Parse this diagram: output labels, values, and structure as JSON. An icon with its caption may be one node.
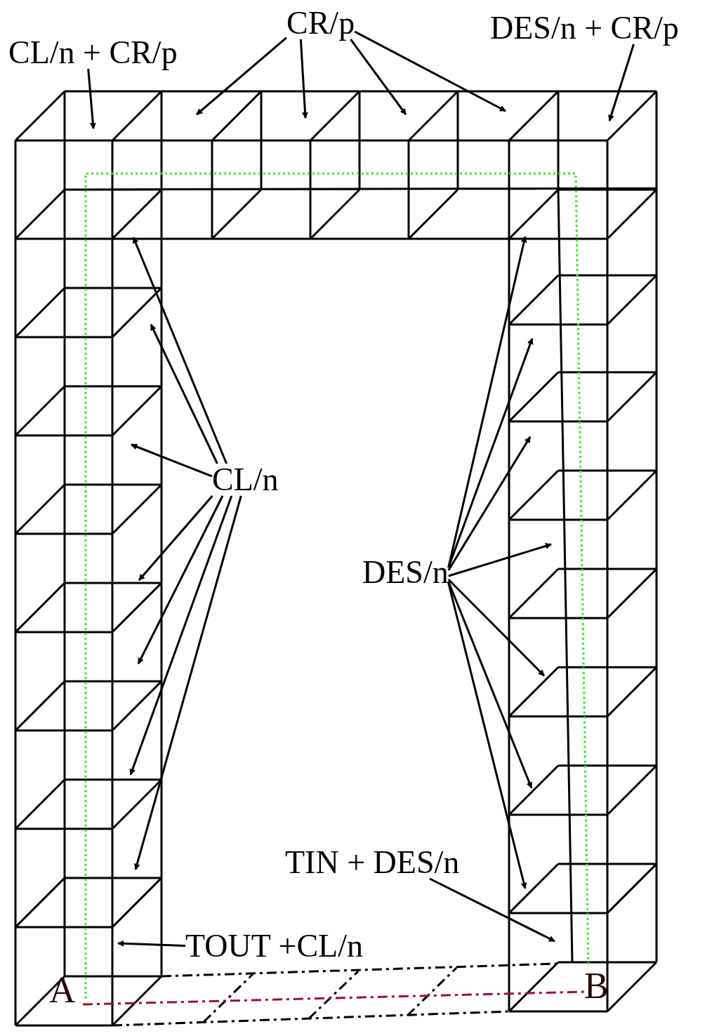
{
  "diagram": {
    "nodes": [
      {
        "text": [
          "CL/n + CR/p"
        ]
      },
      {
        "text": [
          "CR/p"
        ]
      },
      {
        "text": [
          "DES/n + CR/p"
        ]
      },
      {
        "text": [
          "CL/n"
        ]
      },
      {
        "text": [
          "DES/n"
        ]
      },
      {
        "text": [
          "TIN + DES/n"
        ]
      },
      {
        "text": [
          "TOUT +CL/n"
        ]
      }
    ],
    "edges": [
      {
        "from": 0,
        "to": null,
        "arrow": "to"
      },
      {
        "from": 1,
        "to": null,
        "arrow": "to"
      },
      {
        "from": 1,
        "to": null,
        "arrow": "to"
      },
      {
        "from": 1,
        "to": null,
        "arrow": "to"
      },
      {
        "from": 1,
        "to": null,
        "arrow": "to"
      },
      {
        "from": 2,
        "to": null,
        "arrow": "to"
      },
      {
        "from": 3,
        "to": null,
        "arrow": "to"
      },
      {
        "from": 3,
        "to": null,
        "arrow": "to"
      },
      {
        "from": 3,
        "to": null,
        "arrow": "to"
      },
      {
        "from": 3,
        "to": null,
        "arrow": "to"
      },
      {
        "from": 3,
        "to": null,
        "arrow": "to"
      },
      {
        "from": 3,
        "to": null,
        "arrow": "to"
      },
      {
        "from": 3,
        "to": null,
        "arrow": "to"
      },
      {
        "from": 4,
        "to": null,
        "arrow": "to"
      },
      {
        "from": 4,
        "to": null,
        "arrow": "to"
      },
      {
        "from": 4,
        "to": null,
        "arrow": "to"
      },
      {
        "from": 4,
        "to": null,
        "arrow": "to"
      },
      {
        "from": 4,
        "to": null,
        "arrow": "to"
      },
      {
        "from": 4,
        "to": null,
        "arrow": "to"
      },
      {
        "from": 4,
        "to": null,
        "arrow": "to"
      },
      {
        "from": 5,
        "to": null,
        "arrow": "to"
      },
      {
        "from": 6,
        "to": null,
        "arrow": "to"
      }
    ],
    "labels": [
      "A",
      "B"
    ]
  }
}
